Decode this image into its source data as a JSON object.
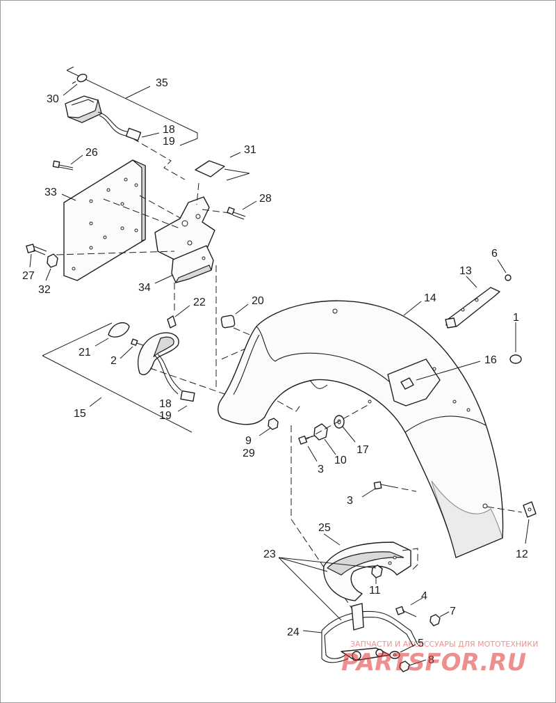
{
  "callouts": [
    {
      "id": "c35",
      "text": "35"
    },
    {
      "id": "c30",
      "text": "30"
    },
    {
      "id": "c18a",
      "text": "18"
    },
    {
      "id": "c19a",
      "text": "19"
    },
    {
      "id": "c26",
      "text": "26"
    },
    {
      "id": "c31",
      "text": "31"
    },
    {
      "id": "c33",
      "text": "33"
    },
    {
      "id": "c28",
      "text": "28"
    },
    {
      "id": "c27",
      "text": "27"
    },
    {
      "id": "c32",
      "text": "32"
    },
    {
      "id": "c34",
      "text": "34"
    },
    {
      "id": "c6",
      "text": "6"
    },
    {
      "id": "c13",
      "text": "13"
    },
    {
      "id": "c14",
      "text": "14"
    },
    {
      "id": "c1",
      "text": "1"
    },
    {
      "id": "c22",
      "text": "22"
    },
    {
      "id": "c20",
      "text": "20"
    },
    {
      "id": "c21",
      "text": "21"
    },
    {
      "id": "c2",
      "text": "2"
    },
    {
      "id": "c16",
      "text": "16"
    },
    {
      "id": "c15",
      "text": "15"
    },
    {
      "id": "c18b",
      "text": "18"
    },
    {
      "id": "c19b",
      "text": "19"
    },
    {
      "id": "c9",
      "text": "9"
    },
    {
      "id": "c29",
      "text": "29"
    },
    {
      "id": "c17",
      "text": "17"
    },
    {
      "id": "c10",
      "text": "10"
    },
    {
      "id": "c3a",
      "text": "3"
    },
    {
      "id": "c3b",
      "text": "3"
    },
    {
      "id": "c12",
      "text": "12"
    },
    {
      "id": "c25",
      "text": "25"
    },
    {
      "id": "c23",
      "text": "23"
    },
    {
      "id": "c11",
      "text": "11"
    },
    {
      "id": "c4",
      "text": "4"
    },
    {
      "id": "c7",
      "text": "7"
    },
    {
      "id": "c24",
      "text": "24"
    },
    {
      "id": "c5",
      "text": "5"
    },
    {
      "id": "c8",
      "text": "8"
    }
  ],
  "watermark": {
    "tagline": "ЗАПЧАСТИ И АКСЕССУАРЫ ДЛЯ МОТОТЕХНИКИ",
    "logo": "PARTSFOR.RU",
    "color": "#e03535"
  }
}
